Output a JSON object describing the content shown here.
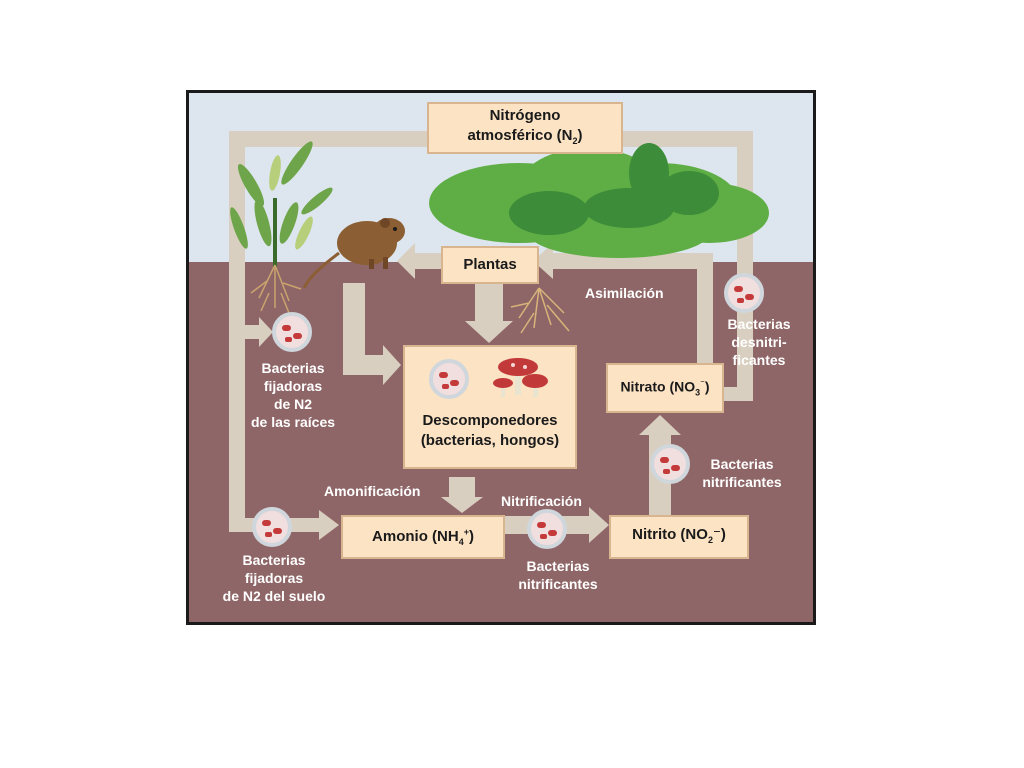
{
  "colors": {
    "sky": "#dde6ee",
    "soil": "#8f6667",
    "arrow": "#d9cfc0",
    "box_fill": "#fbe3c4",
    "label_text": "#ffffff",
    "bacteria_red": "#c43a3a"
  },
  "nodes": {
    "atmospheric": {
      "line1": "Nitrógeno",
      "line2_pre": "atmosférico (N",
      "line2_sub": "2",
      "line2_post": ")"
    },
    "plants": {
      "label": "Plantas"
    },
    "decomposers": {
      "line1": "Descomponedores",
      "line2": "(bacterias, hongos)"
    },
    "ammonium": {
      "pre": "Amonio (NH",
      "sub": "4",
      "sup": "+",
      "post": ")"
    },
    "nitrite": {
      "pre": "Nitrito (NO",
      "sub": "2",
      "post": "⁻)"
    },
    "nitrate": {
      "pre": "Nitrato (NO",
      "sub": "3",
      "sup": "⁻",
      "post": ")"
    }
  },
  "labels": {
    "root_fixers": [
      "Bacterias",
      "fijadoras",
      "de N2",
      "de las raíces"
    ],
    "soil_fixers": [
      "Bacterias",
      "fijadoras",
      "de N2 del suelo"
    ],
    "denitrifiers": [
      "Bacterias",
      "desnitri-",
      "ficantes"
    ],
    "nitrifiers_right": [
      "Bacterias",
      "nitrificantes"
    ],
    "nitrifiers_bottom": [
      "Bacterias",
      "nitrificantes"
    ],
    "assimilation": "Asimilación",
    "ammonification": "Amonificación",
    "nitrification": "Nitrificación"
  },
  "icons": [
    "bacteria-icon",
    "mushroom-icon",
    "plant-icon",
    "tree-icon",
    "rodent-icon",
    "roots-icon"
  ]
}
